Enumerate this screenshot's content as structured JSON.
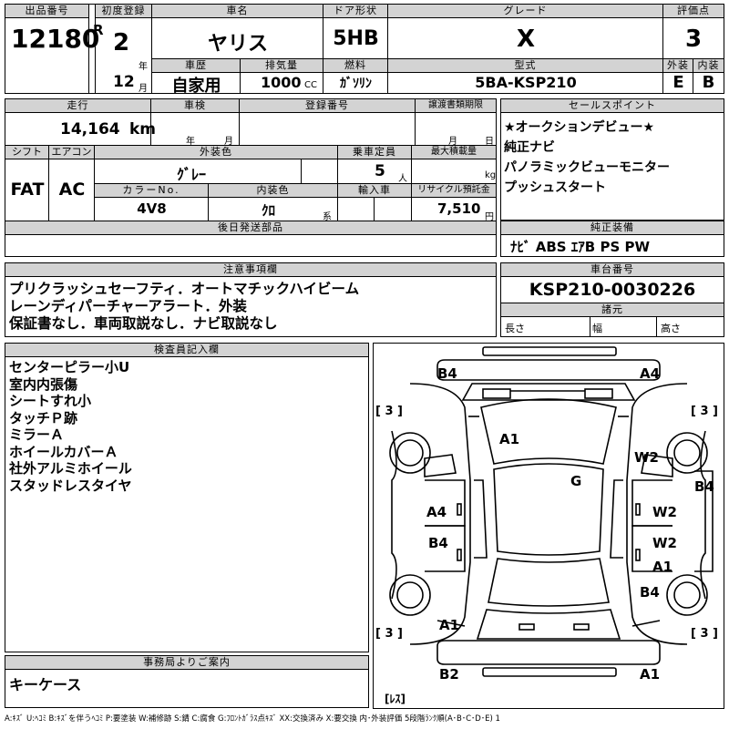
{
  "top": {
    "lot_label": "出品番号",
    "lot_no": "12180",
    "reg_label": "初度登録",
    "era": "R",
    "year": "2",
    "year_unit": "年",
    "month": "12",
    "month_unit": "月",
    "name_label": "車名",
    "name": "ヤリス",
    "door_label": "ドア形状",
    "door": "5HB",
    "grade_label": "グレード",
    "grade": "X",
    "score_label": "評価点",
    "score": "3",
    "history_label": "車歴",
    "history": "自家用",
    "cc_label": "排気量",
    "cc": "1000",
    "cc_unit": "CC",
    "fuel_label": "燃料",
    "fuel": "ｶﾞｿﾘﾝ",
    "model_label": "型式",
    "model": "5BA-KSP210",
    "ext_label": "外装",
    "ext": "E",
    "int_label": "内装",
    "int": "B"
  },
  "row2": {
    "mileage_label": "走行",
    "mileage": "14,164",
    "mileage_unit": "km",
    "inspection_label": "車検",
    "year_unit": "年",
    "month_unit": "月",
    "regno_label": "登録番号",
    "transfer_label": "譲渡書類期限",
    "t_month": "月",
    "t_day": "日",
    "shift_label": "シフト",
    "shift": "FAT",
    "ac_label": "エアコン",
    "ac": "AC",
    "color_label": "外装色",
    "color": "ｸﾞﾚｰ",
    "capacity_label": "乗車定員",
    "capacity": "5",
    "capacity_unit": "人",
    "load_label": "最大積載量",
    "load_unit": "kg",
    "colorno_label": "カラーNo.",
    "colorno": "4V8",
    "intcolor_label": "内装色",
    "intcolor": "ｸﾛ",
    "intcolor_unit": "系",
    "import_label": "輸入車",
    "recycle_label": "リサイクル預託金",
    "recycle": "7,510",
    "recycle_unit": "円",
    "later_label": "後日発送部品"
  },
  "sales": {
    "label": "セールスポイント",
    "items": [
      "★オークションデビュー★",
      "純正ナビ",
      "パノラミックビューモニター",
      "プッシュスタート"
    ]
  },
  "equip": {
    "label": "純正装備",
    "value": "ﾅﾋﾞ ABS ｴｱB PS PW"
  },
  "notes": {
    "label": "注意事項欄",
    "lines": [
      "プリクラッシュセーフティ．オートマチックハイビーム",
      "レーンディパーチャーアラート．外装",
      "保証書なし．車両取説なし．ナビ取説なし"
    ]
  },
  "chassis": {
    "label": "車台番号",
    "value": "KSP210-0030226",
    "dims_label": "諸元",
    "length": "長さ",
    "width": "幅",
    "height": "高さ"
  },
  "inspector": {
    "label": "検査員記入欄",
    "lines": [
      "センターピラー小U",
      "室内内張傷",
      "シートすれ小",
      "タッチＰ跡",
      "ミラーＡ",
      "ホイールカバーＡ",
      "社外アルミホイール",
      "スタッドレスタイヤ"
    ]
  },
  "office": {
    "label": "事務局よりご案内",
    "text": "キーケース"
  },
  "diagram": {
    "marks": {
      "b4_tl": "B4",
      "a4_tr": "A4",
      "a1_roof": "A1",
      "w2_r1": "W2",
      "g_glass": "G",
      "b4_rside": "B4",
      "a4_l": "A4",
      "w2_r2": "W2",
      "b4_l": "B4",
      "w2_r3": "W2",
      "a1_r": "A1",
      "b4_r": "B4",
      "a1_bl": "A1",
      "b2_bl": "B2",
      "a1_br": "A1"
    },
    "tires": {
      "fl": "[ 3 ]",
      "fr": "[ 3 ]",
      "rl": "[ 3 ]",
      "rr": "[ 3 ]",
      "spare": "[ﾚｽ]"
    }
  },
  "legend": "A:ｷｽﾞ U:ﾍｺﾐ B:ｷｽﾞを伴うﾍｺﾐ P:要塗装 W:補修跡 S:錆 C:腐食 G:ﾌﾛﾝﾄｶﾞﾗｽ点ｷｽﾞ XX:交換済み X:要交換 内･外装評価 5段階ﾗﾝｸ順(A･B･C･D･E) 1"
}
